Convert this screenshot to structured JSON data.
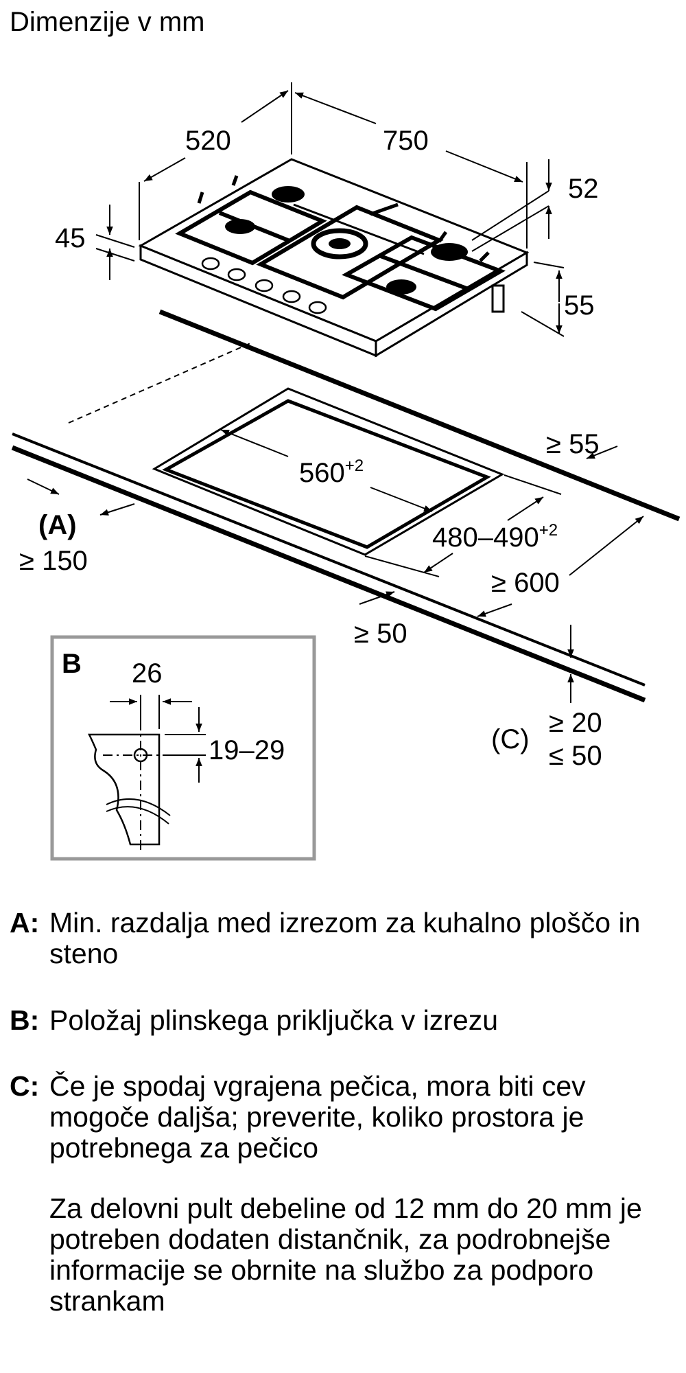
{
  "title": "Dimenzije v mm",
  "hob": {
    "width": "750",
    "depth": "520",
    "frame_height": "45",
    "top_offset": "52",
    "under_height": "55"
  },
  "cutout": {
    "width_main": "560",
    "width_sup": "+2",
    "depth_main": "480–490",
    "depth_sup": "+2",
    "back_clearance": "≥ 55",
    "side_clearance": "≥ 50",
    "worktop_depth": "≥ 600",
    "label_a": "(A)",
    "wall_clearance": "≥ 150",
    "label_c": "(C)",
    "thickness_min": "≥ 20",
    "thickness_max": "≤ 50"
  },
  "detail_b": {
    "label": "B",
    "width": "26",
    "height": "19–29"
  },
  "legend": [
    {
      "key": "A:",
      "text": "Min. razdalja med izrezom za kuhalno ploščo in steno"
    },
    {
      "key": "B:",
      "text": "Položaj plinskega priključka v izrezu"
    },
    {
      "key": "C:",
      "text": "Če je spodaj vgrajena pečica, mora biti cev mogoče daljša; preverite, koliko prostora je potrebnega za pečico"
    }
  ],
  "note": "Za delovni pult debeline od 12 mm do 20 mm je potreben dodaten distančnik, za podrobnejše informacije se obrnite na službo za podporo strankam"
}
